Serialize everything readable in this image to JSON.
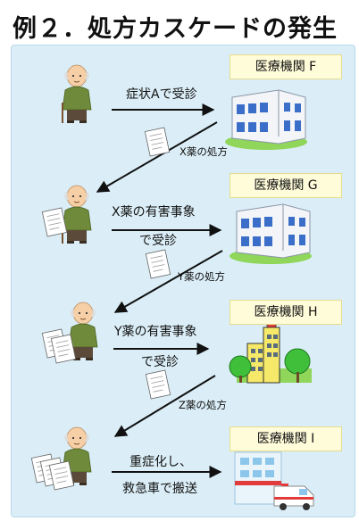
{
  "title": "例２．処方カスケードの発生",
  "steps": [
    {
      "facility": "医療機関 F",
      "visit_lines": [
        "症状Aで受診"
      ],
      "prescription": "X薬の処方"
    },
    {
      "facility": "医療機関 G",
      "visit_lines": [
        "X薬の有害事象",
        "で受診"
      ],
      "prescription": "Y薬の処方"
    },
    {
      "facility": "医療機関 H",
      "visit_lines": [
        "Y薬の有害事象",
        "で受診"
      ],
      "prescription": "Z薬の処方"
    },
    {
      "facility": "医療機関 I",
      "visit_lines": [
        "重症化し、",
        "救急車で搬送"
      ]
    }
  ],
  "icons": {
    "patient": "elderly-man-icon",
    "document": "prescription-document-icon",
    "clinic": "clinic-building-icon",
    "hospital": "hospital-building-icon",
    "ambulance": "ambulance-icon"
  },
  "colors": {
    "panel": "#dbeef7",
    "facility_box": "#fffcd9",
    "arrow": "#111111",
    "building_blue": "#3b6ec8",
    "hospital_yellow": "#f6e96a",
    "tree_green": "#3fbf3a",
    "grass": "#8fd65a"
  }
}
